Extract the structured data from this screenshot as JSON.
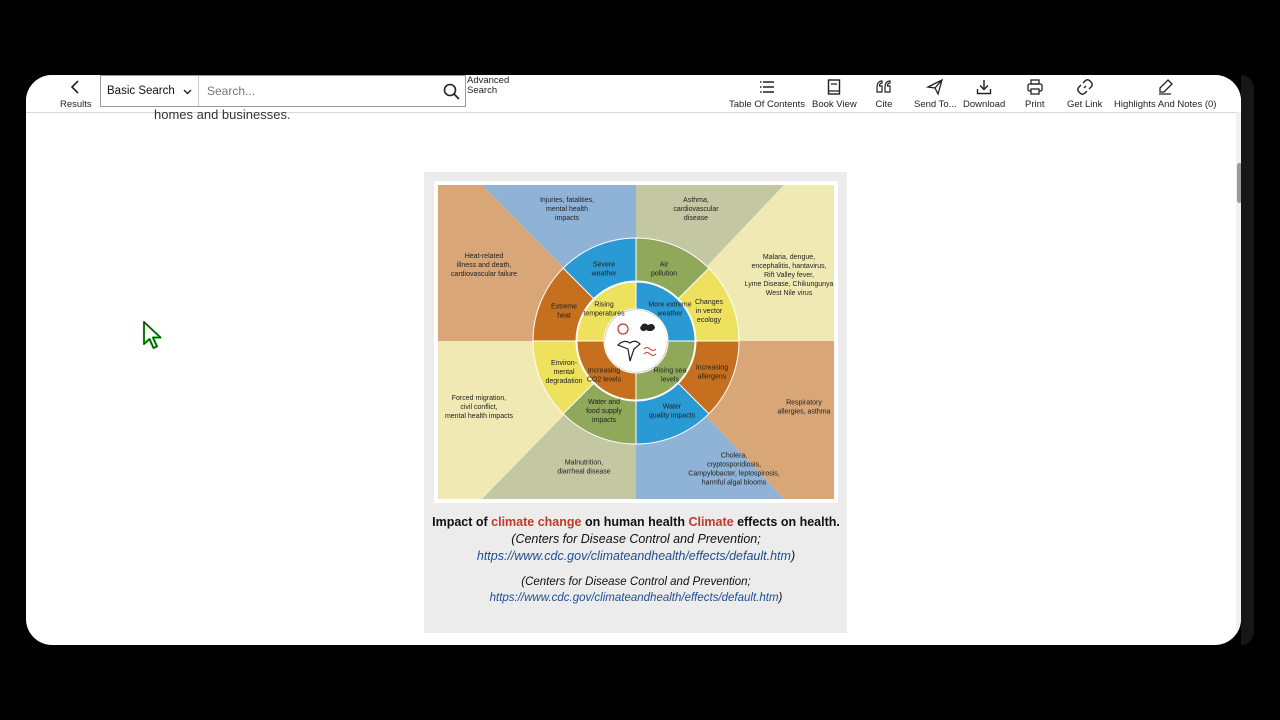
{
  "toolbar": {
    "back_label": "Results",
    "search_type": "Basic Search",
    "search_placeholder": "Search...",
    "advanced_line1": "Advanced",
    "advanced_line2": "Search",
    "toc_label": "Table Of Contents",
    "book_view_label": "Book View",
    "cite_label": "Cite",
    "send_to_label": "Send To...",
    "download_label": "Download",
    "print_label": "Print",
    "get_link_label": "Get Link",
    "highlights_label": "Highlights And Notes (0)"
  },
  "content": {
    "prev_text": "homes and businesses."
  },
  "diagram": {
    "outer": {
      "injuries": [
        "Injuries, fatalities,",
        "mental health",
        "impacts"
      ],
      "asthma": [
        "Asthma,",
        "cardiovascular",
        "disease"
      ],
      "malaria": [
        "Malaria, dengue,",
        "encephalitis, hantavirus,",
        "Rift Valley fever,",
        "Lyme Disease, Chikungunya",
        "West Nile virus"
      ],
      "respiratory": [
        "Respiratory",
        "allergies, asthma"
      ],
      "cholera": [
        "Cholera,",
        "cryptosporidiosis,",
        "Campylobacter, leptospirosis,",
        "harmful algal blooms"
      ],
      "malnutrition": [
        "Malnutrition,",
        "diarrheal disease"
      ],
      "forced": [
        "Forced migration,",
        "civil conflict,",
        "mental health impacts"
      ],
      "heat": [
        "Heat-related",
        "illness and death,",
        "cardiovascular failure"
      ]
    },
    "ring": {
      "severe": [
        "Severe",
        "weather"
      ],
      "air": [
        "Air",
        "pollution"
      ],
      "vector": [
        "Changes",
        "in vector",
        "ecology"
      ],
      "allergens": [
        "Increasing",
        "allergens"
      ],
      "water": [
        "Water",
        "quality impacts"
      ],
      "food": [
        "Water and",
        "food supply",
        "impacts"
      ],
      "env": [
        "Environ-",
        "mental",
        "degradation"
      ],
      "extreme": [
        "Extreme",
        "heat"
      ]
    },
    "inner": {
      "rising": [
        "Rising",
        "temperatures"
      ],
      "sea": [
        "More extreme",
        "weather"
      ],
      "levels": [
        "Rising sea",
        "levels"
      ],
      "co2": [
        "Increasing",
        "CO2 levels"
      ]
    }
  },
  "caption": {
    "part1": "Impact of ",
    "highlight1": "climate change",
    "part2": " on human health ",
    "highlight2": "Climate",
    "part3": " effects on health.",
    "source_italic": " (Centers for Disease Control and Prevention;",
    "link": "https://www.cdc.gov/climateandhealth/effects/default.htm",
    "close": ")"
  },
  "source2": {
    "line1": "(Centers for Disease Control and Prevention;",
    "link": "https://www.cdc.gov/climateandhealth/effects/default.htm",
    "close": ")"
  },
  "colors": {
    "blue": "#8fb3d6",
    "green": "#c3c8a2",
    "yellow": "#f0e9b4",
    "orange": "#d9a677"
  }
}
